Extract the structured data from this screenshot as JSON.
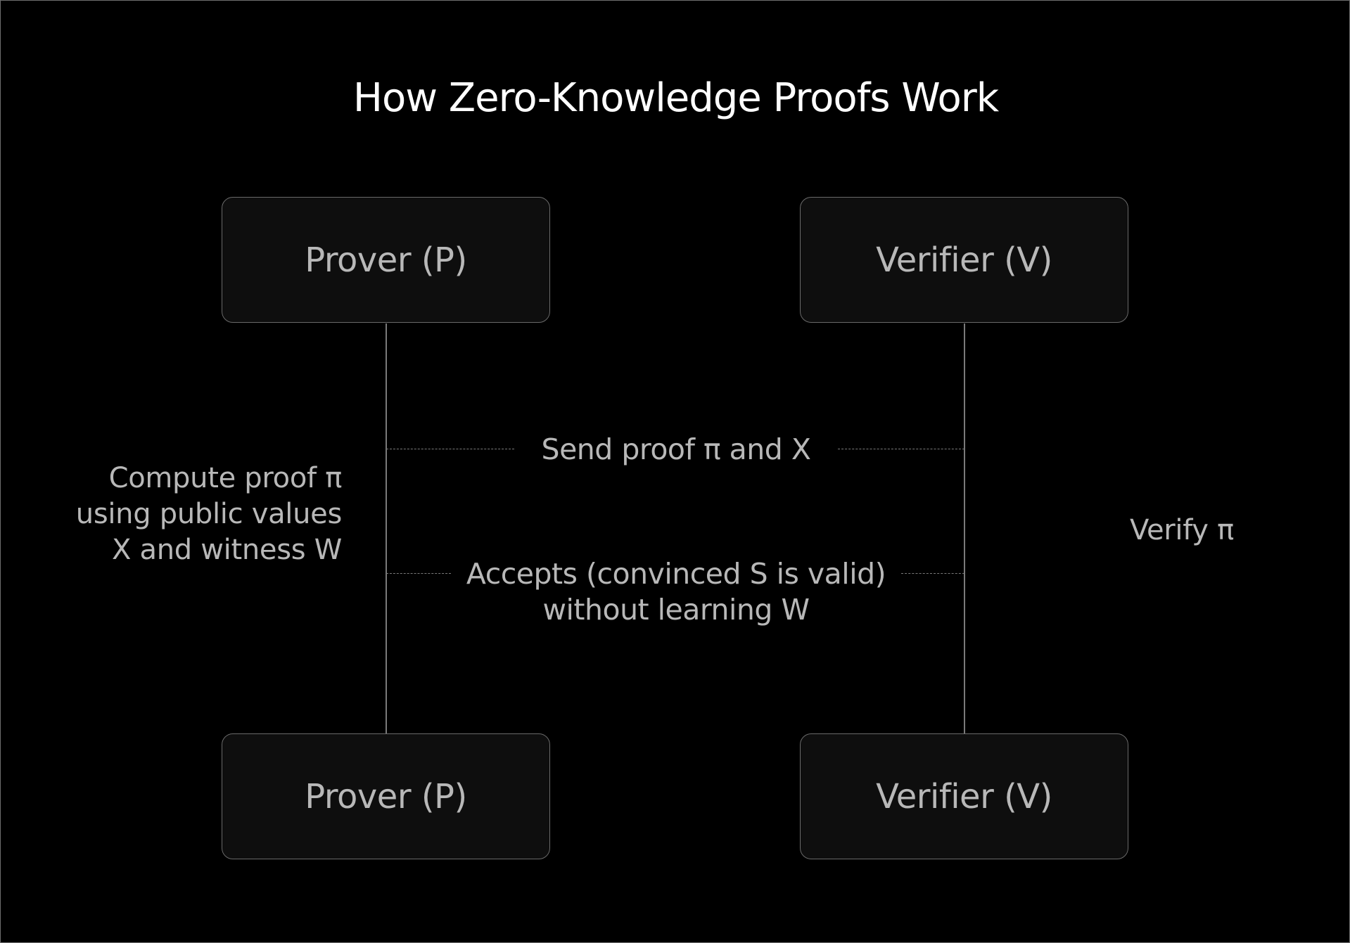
{
  "diagram": {
    "title": "How Zero-Knowledge Proofs Work",
    "actors": {
      "prover_top": "Prover (P)",
      "verifier_top": "Verifier (V)",
      "prover_bottom": "Prover (P)",
      "verifier_bottom": "Verifier (V)"
    },
    "messages": [
      {
        "from": "Prover (P)",
        "to": "Verifier (V)",
        "lines": [
          "Send proof π and X"
        ],
        "style": "dashed"
      },
      {
        "from": "Verifier (V)",
        "to": "Prover (P)",
        "lines": [
          "Accepts (convinced S is valid)",
          "without learning W"
        ],
        "style": "dashed"
      }
    ],
    "notes": {
      "prover": [
        "Compute proof π",
        "using public values",
        "X and witness W"
      ],
      "verifier": [
        "Verify π"
      ]
    },
    "colors": {
      "background": "#000000",
      "title": "#ffffff",
      "text": "#b8b8b8",
      "box_fill": "#0e0e0e",
      "box_border": "#6a6a6a",
      "lines": "#7a7a7a"
    }
  }
}
